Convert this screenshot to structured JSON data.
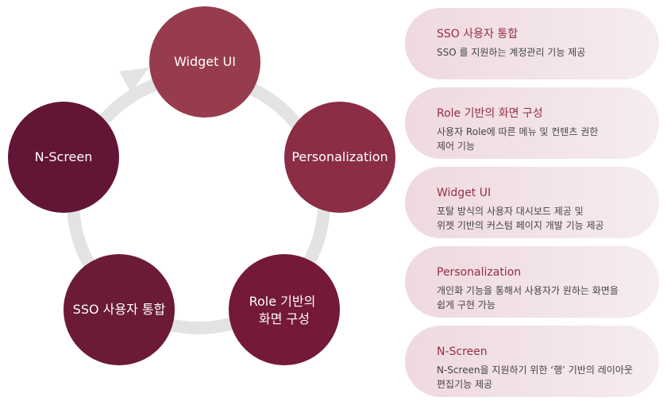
{
  "cycle": {
    "nodes": [
      {
        "lines": [
          "Widget UI"
        ],
        "color": "#963c4c"
      },
      {
        "lines": [
          "Personalization"
        ],
        "color": "#8a2d45"
      },
      {
        "lines": [
          "Role 기반의",
          "화면 구성"
        ],
        "color": "#74193a"
      },
      {
        "lines": [
          "SSO 사용자 통합"
        ],
        "color": "#6b1a37"
      },
      {
        "lines": [
          "N-Screen"
        ],
        "color": "#621535"
      }
    ],
    "ring_color": "#e3e3e3"
  },
  "features": [
    {
      "title": "SSO 사용자 통합",
      "desc": [
        "SSO 를 지원하는 계정관리 기능 제공"
      ]
    },
    {
      "title": "Role 기반의 화면 구성",
      "desc": [
        "사용자 Role에 따른 메뉴 및 컨텐츠 권한",
        "제어 기능"
      ]
    },
    {
      "title": "Widget UI",
      "desc": [
        "포탈 방식의 사용자 대시보드 제공 및",
        "위젯 기반의 커스텀 페이지 개발 기능 제공"
      ]
    },
    {
      "title": "Personalization",
      "desc": [
        "개인화 기능을 통해서 사용자가 원하는 화면을",
        "쉽게 구현 가능"
      ]
    },
    {
      "title": "N-Screen",
      "desc": [
        "N-Screen을 지원하기 위한 ‘행’ 기반의 레이아웃",
        "편집기능 제공"
      ]
    }
  ]
}
